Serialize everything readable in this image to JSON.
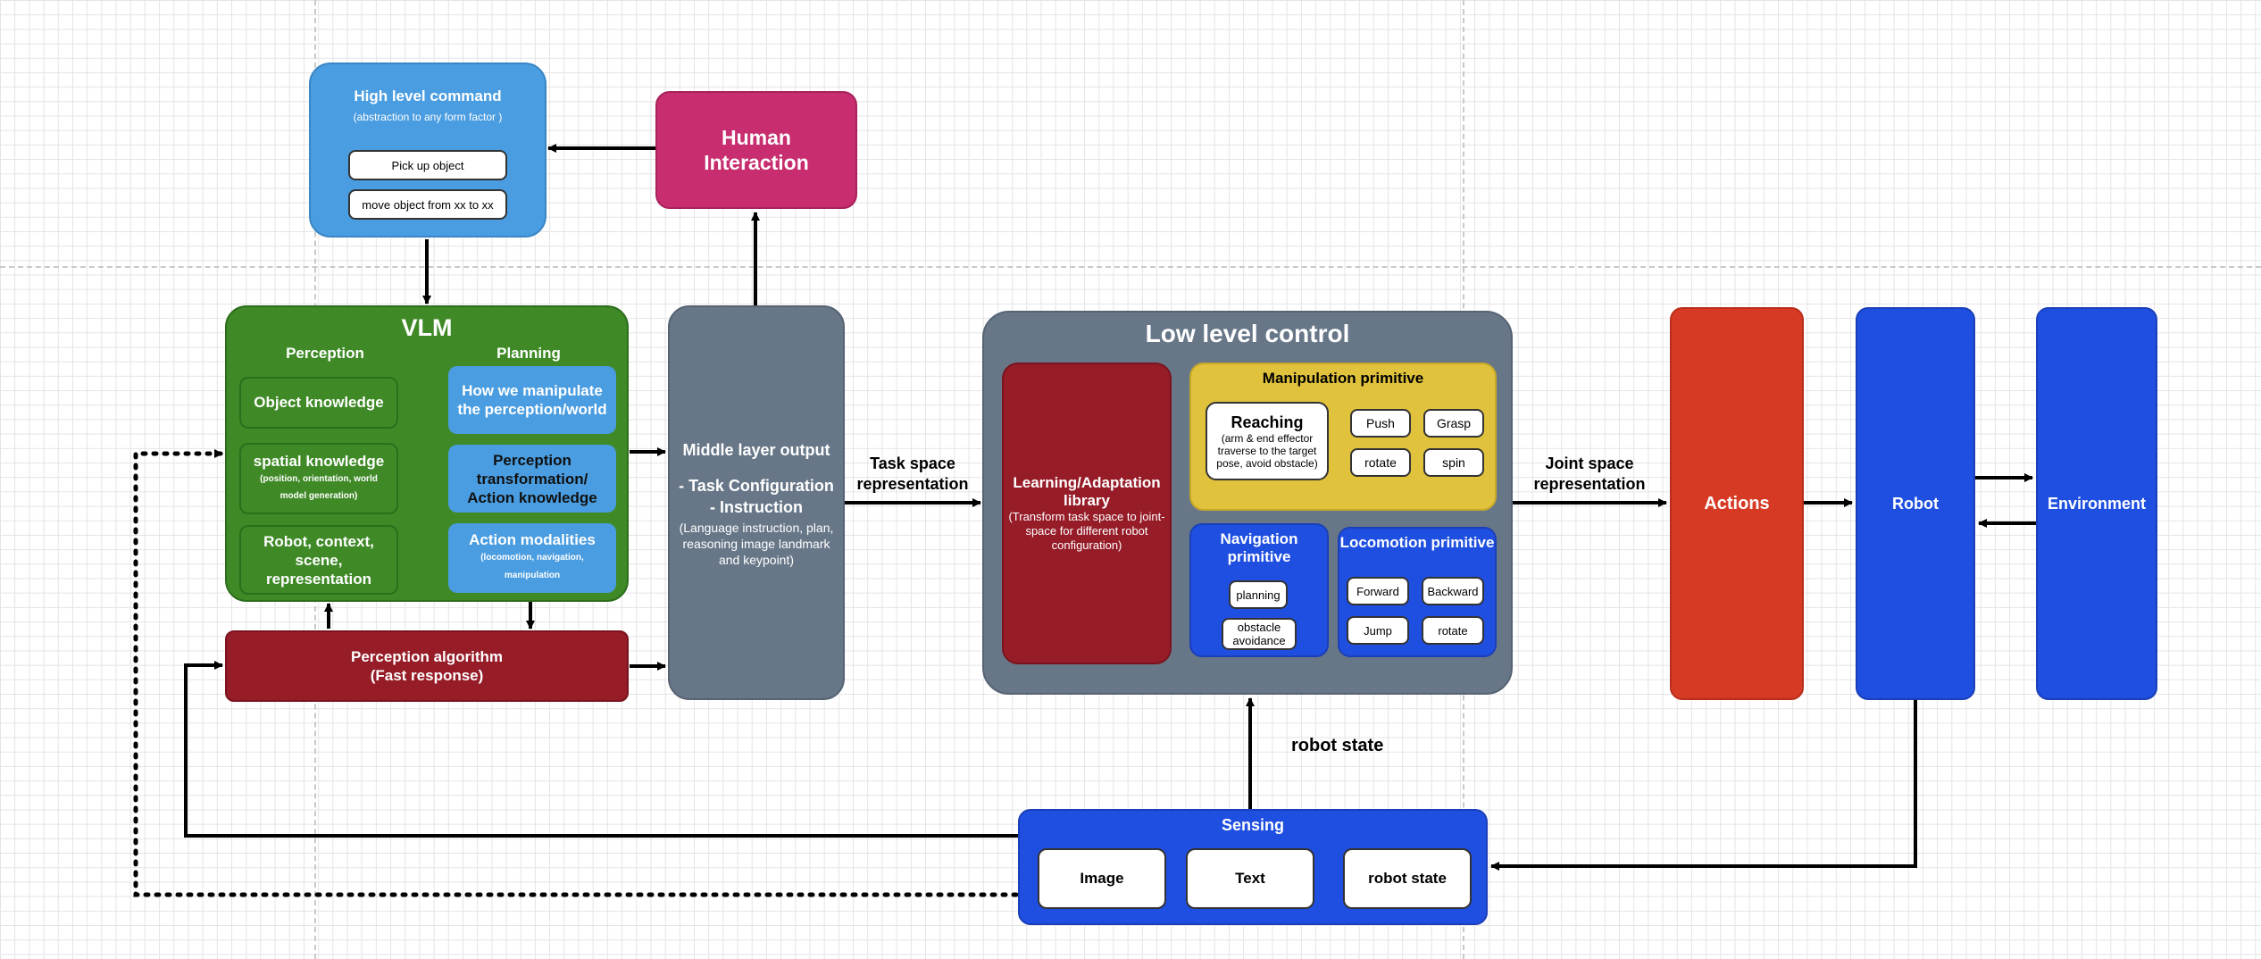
{
  "colors": {
    "high_level": "#4a9de0",
    "human": "#c72d6f",
    "vlm": "#3f8a27",
    "perception_algo": "#961c28",
    "middle": "#677788",
    "low_level": "#677788",
    "learning": "#961c28",
    "manipulation": "#e0c23c",
    "primitive_blue": "#1f4fe0",
    "actions": "#d63a24",
    "robot": "#1f4fe0",
    "environment": "#1f4fe0",
    "sensing": "#1f4fe0"
  },
  "high_level": {
    "title": "High level command",
    "subtitle": "(abstraction to any form factor )",
    "items": [
      "Pick up object",
      "move object from xx to xx"
    ]
  },
  "human": {
    "label": "Human Interaction"
  },
  "vlm": {
    "title": "VLM",
    "perception_header": "Perception",
    "planning_header": "Planning",
    "object_knowledge": "Object knowledge",
    "spatial_title": "spatial knowledge",
    "spatial_sub": "(position, orientation, world model generation)",
    "robot_context": "Robot, context, scene, representation",
    "manipulate": "How we manipulate the perception/world",
    "perception_transform": "Perception transformation/ Action knowledge",
    "action_title": "Action modalities",
    "action_sub": "(locomotion, navigation, manipulation"
  },
  "perception_algo": {
    "title": "Perception algorithm",
    "sub": "(Fast response)"
  },
  "middle": {
    "title": "Middle layer output",
    "items": "- Task Configuration\n- Instruction",
    "detail": "(Language instruction, plan, reasoning image landmark and keypoint)"
  },
  "labels": {
    "task_space": "Task space representation",
    "joint_space": "Joint space representation",
    "robot_state": "robot state"
  },
  "low_level": {
    "title": "Low level control",
    "learning_title": "Learning/Adaptation library",
    "learning_sub": "(Transform task space to joint-space for different robot configuration)",
    "manipulation_title": "Manipulation primitive",
    "reaching_title": "Reaching",
    "reaching_sub": "(arm & end effector traverse to the target pose, avoid obstacle)",
    "manip_buttons": [
      "Push",
      "Grasp",
      "rotate",
      "spin"
    ],
    "navigation_title": "Navigation primitive",
    "navigation_buttons": [
      "planning",
      "obstacle avoidance"
    ],
    "locomotion_title": "Locomotion primitive",
    "locomotion_buttons": [
      "Forward",
      "Backward",
      "Jump",
      "rotate"
    ]
  },
  "actions": {
    "label": "Actions"
  },
  "robot": {
    "label": "Robot"
  },
  "environment": {
    "label": "Environment"
  },
  "sensing": {
    "title": "Sensing",
    "items": [
      "Image",
      "Text",
      "robot state"
    ]
  }
}
